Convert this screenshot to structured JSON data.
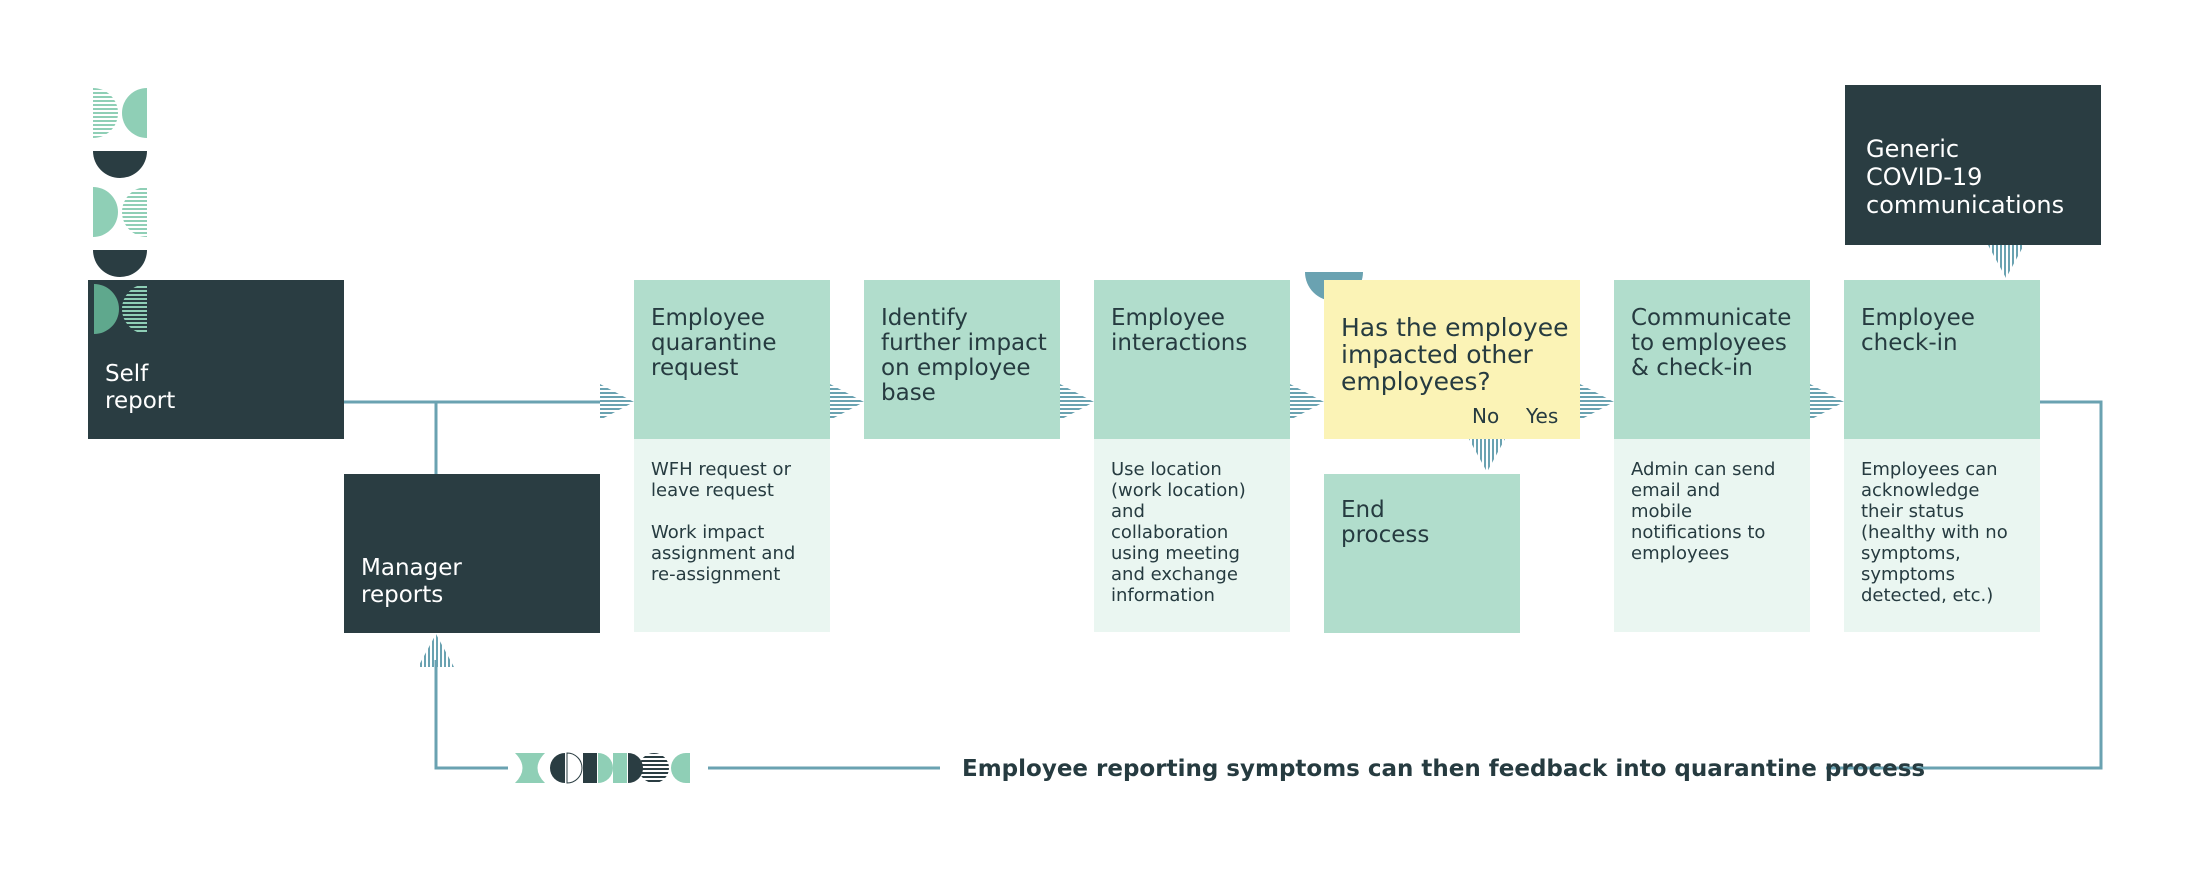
{
  "colors": {
    "dark": "#2a3d42",
    "mint": "#b1ddcc",
    "pale": "#eaf6f1",
    "yellow": "#fbf3b6",
    "line": "#6aa2b1"
  },
  "nodes": {
    "self_report": "Self\nreport",
    "manager_reports": "Manager\nreports",
    "quarantine": {
      "title": "Employee\nquarantine\nrequest",
      "desc": "WFH request or\nleave request\n\nWork impact\nassignment and\nre-assignment"
    },
    "identify": {
      "title": "Identify\nfurther impact\non employee\nbase"
    },
    "interactions": {
      "title": "Employee\ninteractions",
      "desc": "Use location\n(work location)\nand\ncollaboration\nusing meeting\nand exchange\ninformation"
    },
    "decision": {
      "title": "Has the employee\nimpacted other\nemployees?",
      "no": "No",
      "yes": "Yes"
    },
    "end": "End\nprocess",
    "communicate": {
      "title": "Communicate\nto employees\n& check-in",
      "desc": "Admin can send\nemail and\nmobile\nnotifications to\nemployees"
    },
    "checkin": {
      "title": "Employee\ncheck-in",
      "desc": "Employees can\nacknowledge\ntheir status\n(healthy with no\nsymptoms,\nsymptoms\ndetected, etc.)"
    },
    "generic": "Generic\nCOVID-19\ncommunications"
  },
  "feedback": "Employee reporting symptoms can then feedback into quarantine process"
}
